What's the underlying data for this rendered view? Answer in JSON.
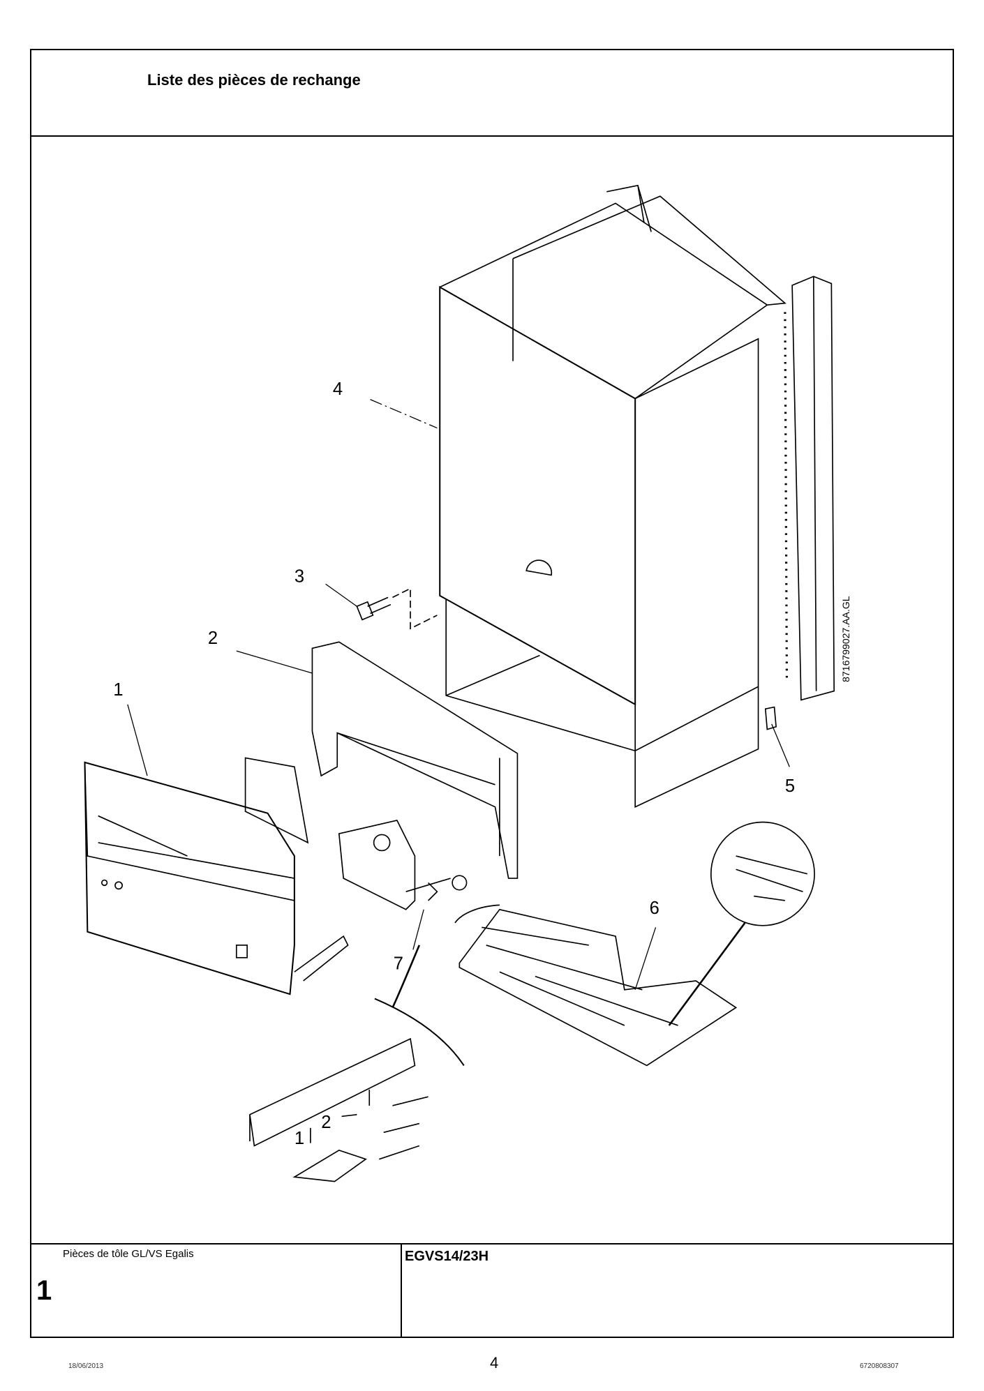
{
  "header": {
    "title": "Liste des pièces de rechange"
  },
  "diagram": {
    "callouts": [
      "1",
      "2",
      "3",
      "4",
      "5",
      "6",
      "7"
    ],
    "detail_labels": [
      "1",
      "2"
    ],
    "drawing_code": "8716799027.AA.GL"
  },
  "title_block": {
    "caption": "Pièces de tôle GL/VS Egalis",
    "sheet_number": "1",
    "model": "EGVS14/23H"
  },
  "footer": {
    "date": "18/06/2013",
    "page": "4",
    "doc_number": "6720808307"
  }
}
